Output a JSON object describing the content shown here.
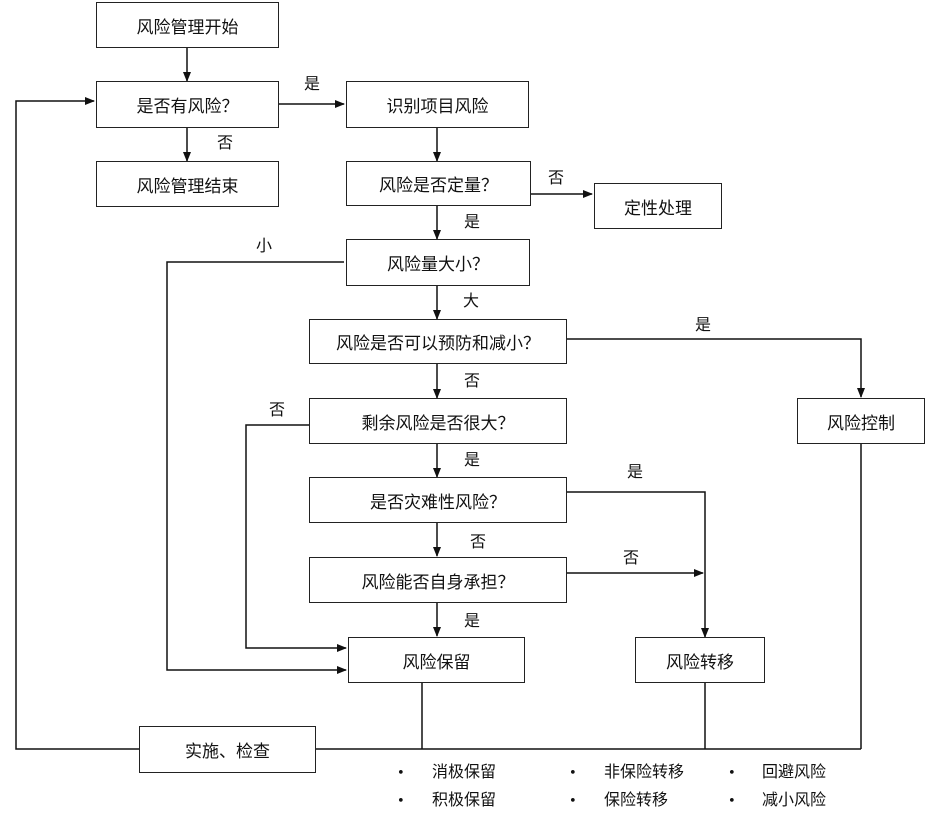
{
  "boxes": {
    "start": "风险管理开始",
    "has_risk": "是否有风险？",
    "end": "风险管理结束",
    "identify": "识别项目风险",
    "quantify": "风险是否定量？",
    "qualitative": "定性处理",
    "magnitude": "风险量大小？",
    "preventable": "风险是否可以预防和减小？",
    "control": "风险控制",
    "residual": "剩余风险是否很大？",
    "catastrophic": "是否灾难性风险？",
    "self_bear": "风险能否自身承担？",
    "retention": "风险保留",
    "transfer": "风险转移",
    "implement": "实施、检查"
  },
  "labels": {
    "has_risk_yes": "是",
    "has_risk_no": "否",
    "quantify_no": "否",
    "quantify_yes": "是",
    "magnitude_small": "小",
    "magnitude_large": "大",
    "preventable_yes": "是",
    "preventable_no": "否",
    "residual_no": "否",
    "residual_yes": "是",
    "catastrophic_yes": "是",
    "catastrophic_no": "否",
    "self_bear_no": "否",
    "self_bear_yes": "是"
  },
  "legend": {
    "bullet_symbol": "•",
    "items": [
      "消极保留",
      "非保险转移",
      "回避风险",
      "积极保留",
      "保险转移",
      "减小风险"
    ]
  }
}
